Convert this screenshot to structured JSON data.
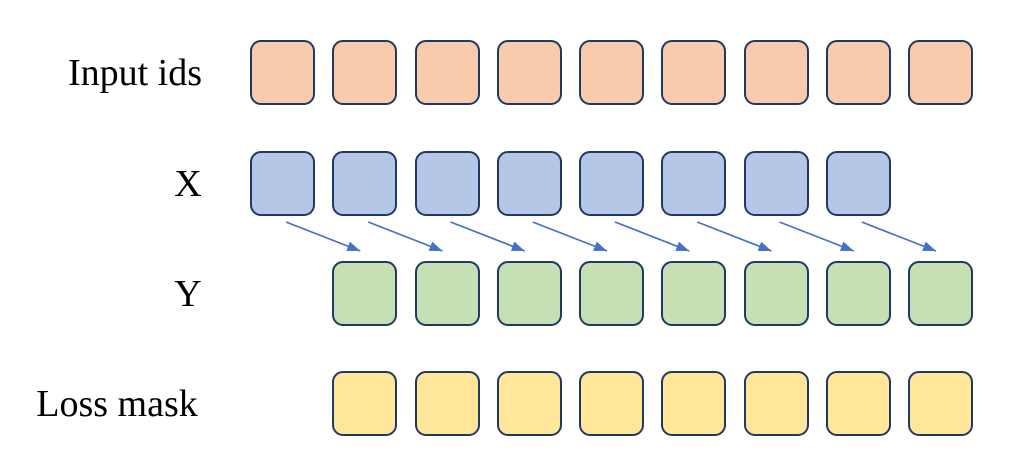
{
  "diagram": {
    "background_color": "#FFFFFF",
    "cell_outline_color": "#203864",
    "arrow_color": "#4472C4",
    "label_color": "#000000",
    "rows": [
      {
        "label": "Input ids",
        "fill": "#F8CBAD",
        "cells": 9,
        "start_slot": 0
      },
      {
        "label": "X",
        "fill": "#B4C7E7",
        "cells": 8,
        "start_slot": 0
      },
      {
        "label": "Y",
        "fill": "#C5E0B4",
        "cells": 8,
        "start_slot": 1
      },
      {
        "label": "Loss mask",
        "fill": "#FFE699",
        "cells": 8,
        "start_slot": 1
      }
    ],
    "arrows": {
      "count": 8,
      "from_row": "X",
      "to_row": "Y"
    }
  }
}
